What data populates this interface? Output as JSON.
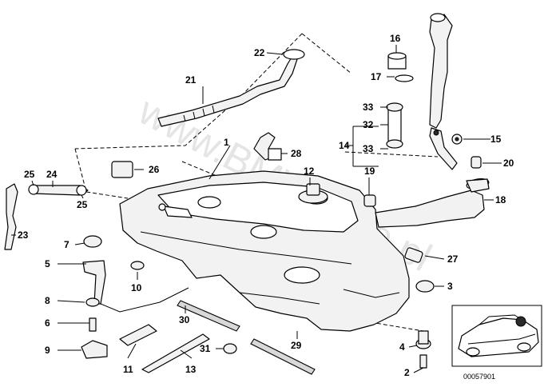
{
  "diagram": {
    "callouts": [
      "1",
      "2",
      "3",
      "4",
      "5",
      "6",
      "7",
      "8",
      "9",
      "10",
      "11",
      "12",
      "13",
      "14",
      "15",
      "16",
      "17",
      "18",
      "19",
      "20",
      "21",
      "22",
      "23",
      "24",
      "25",
      "25",
      "26",
      "27",
      "28",
      "29",
      "30",
      "31",
      "32",
      "33",
      "33"
    ],
    "drawing_number": "00057901",
    "watermark": "www.BMWstore.pl"
  }
}
